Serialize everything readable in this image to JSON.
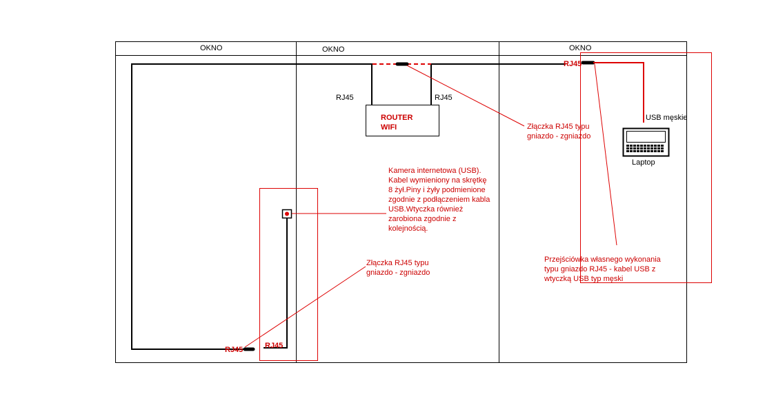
{
  "windows": [
    "OKNO",
    "OKNO",
    "OKNO"
  ],
  "labels": {
    "rj45_left": "RJ45",
    "rj45_right": "RJ45",
    "rj45_top_right": "RJ45",
    "rj45_bottom_left": "RJ45",
    "rj45_bottom_box": "RJ45",
    "usb_male": "USB męskie",
    "laptop": "Laptop"
  },
  "router": {
    "line1": "ROUTER",
    "line2": "WIFI"
  },
  "annotations": {
    "coupler_top": [
      "Złączka RJ45 typu",
      "gniazdo - zgniazdo"
    ],
    "camera": [
      "Kamera internetowa (USB).",
      "Kabel wymieniony na skrętkę",
      "8 żył.Piny i żyły podmienione",
      "zgodnie z podłączeniem kabla",
      "USB.Wtyczka również",
      "zarobiona zgodnie z",
      "kolejnością."
    ],
    "coupler_bottom": [
      "Złączka RJ45 typu",
      "gniazdo - zgniazdo"
    ],
    "adapter": [
      "Przejściówka własnego wykonania",
      "typu gniazdo RJ45 - kabel USB z",
      "wtyczką USB typ męski"
    ]
  },
  "colors": {
    "line": "#000000",
    "accent": "#cc0000",
    "annotation": "#dd0000"
  }
}
